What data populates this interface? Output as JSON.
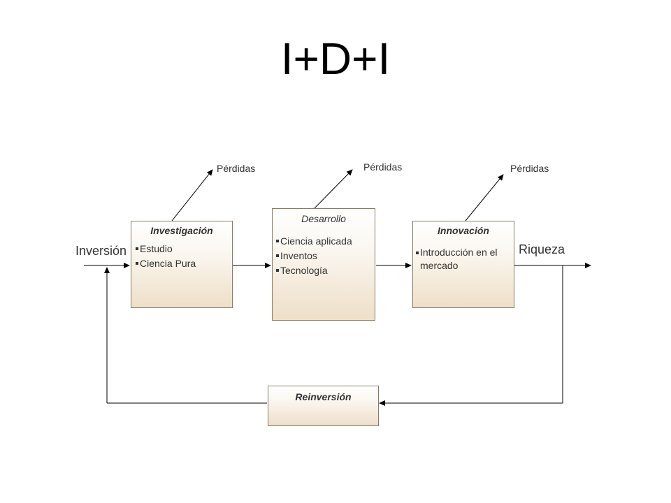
{
  "title": "I+D+I",
  "inputs": {
    "inversion": "Inversión",
    "riqueza": "Riqueza"
  },
  "losses_label": "Pérdidas",
  "boxes": {
    "investigacion": {
      "title": "Investigación",
      "items": [
        "Estudio",
        "Ciencia Pura"
      ]
    },
    "desarrollo": {
      "title": "Desarrollo",
      "items": [
        "Ciencia aplicada",
        "Inventos",
        "Tecnología"
      ]
    },
    "innovacion": {
      "title": "Innovación",
      "items": [
        "Introducción en el mercado"
      ]
    },
    "reinversion": {
      "title": "Reinversión"
    }
  }
}
